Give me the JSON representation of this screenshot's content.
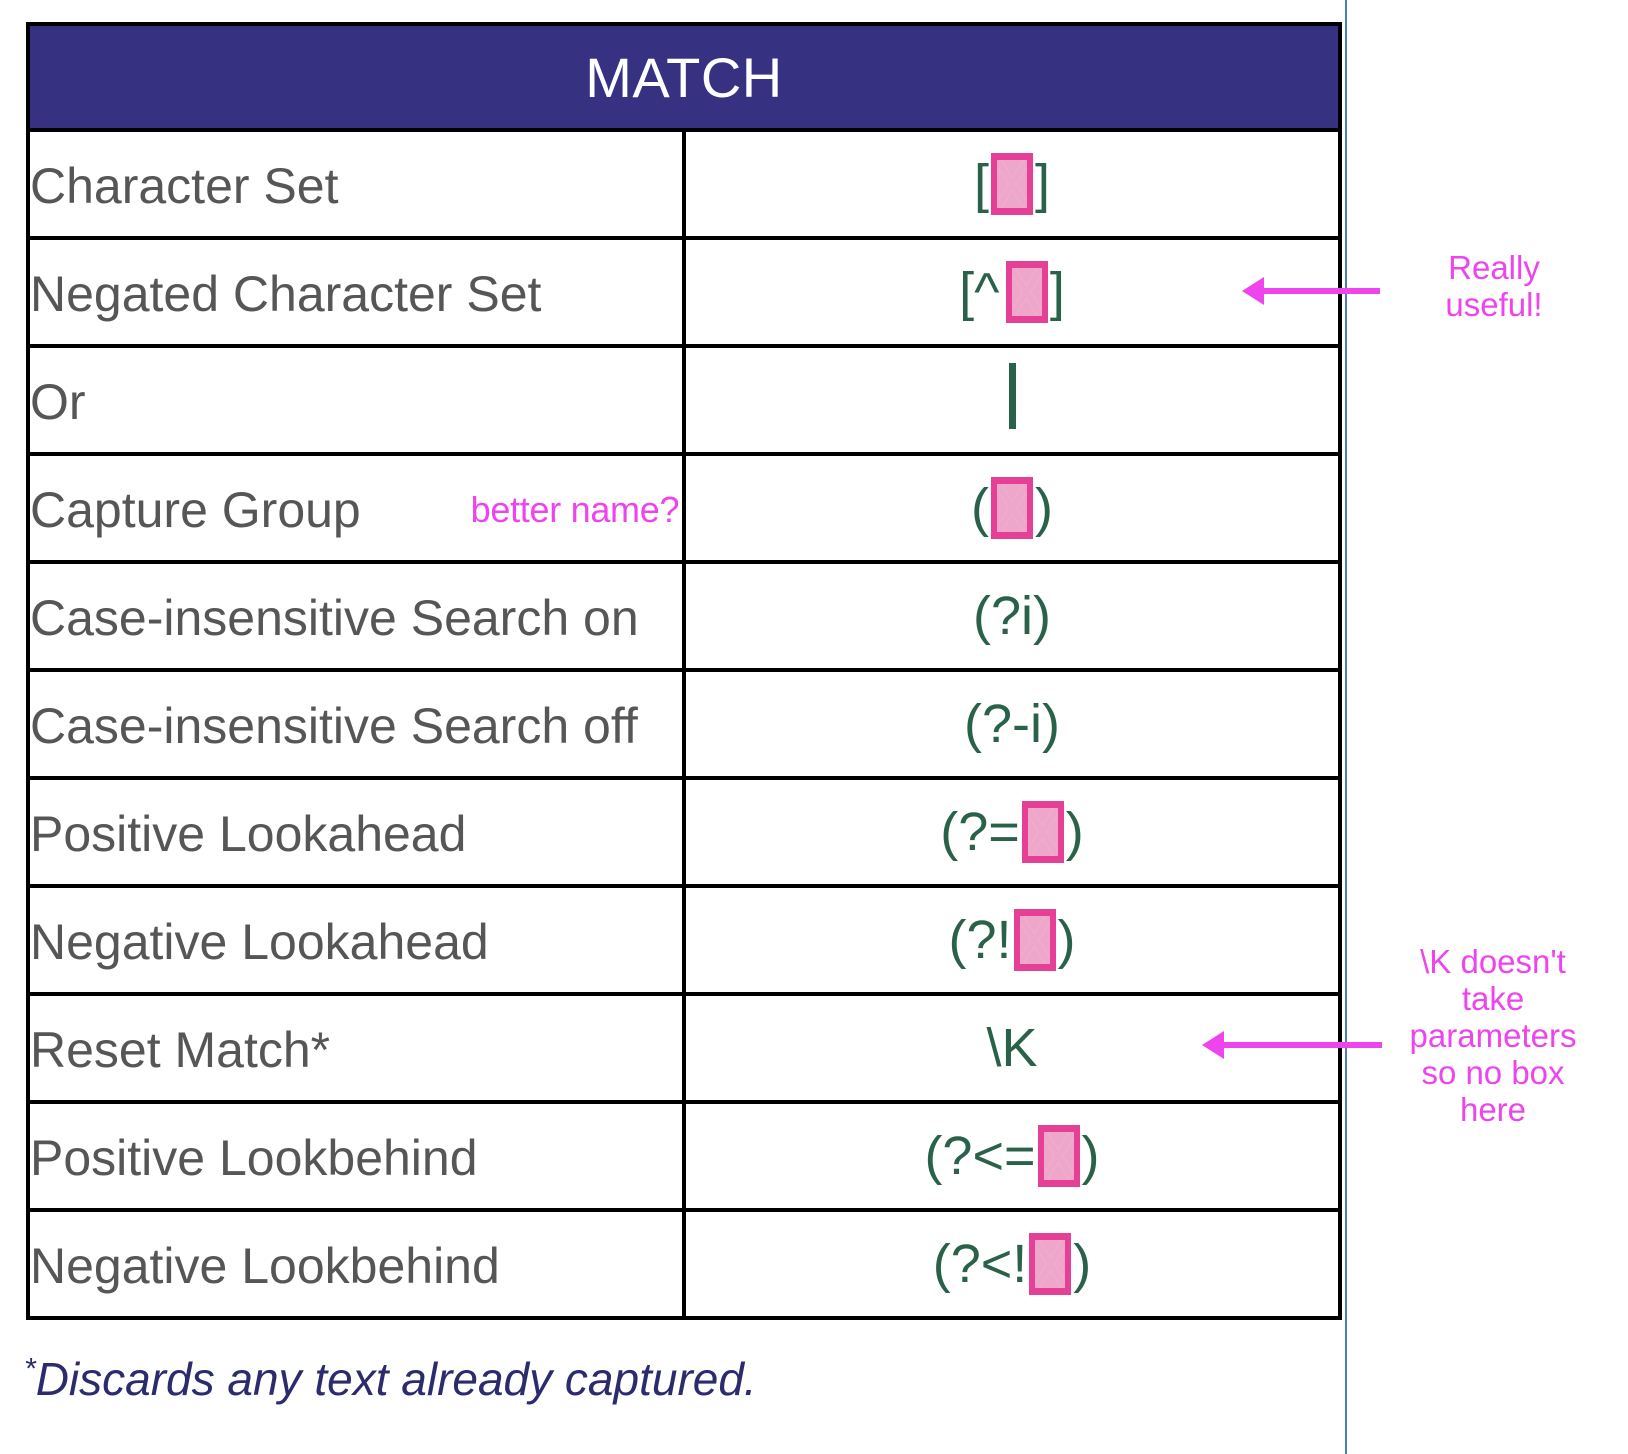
{
  "table": {
    "header": "MATCH",
    "header_bg": "#363180",
    "header_fg": "#ffffff",
    "symbol_color": "#2a6149",
    "box_color": "#e63f96",
    "box_inner_color": "#efa6cb",
    "label_color": "#565656",
    "border_color": "#000000",
    "rows": [
      {
        "label": "Character Set",
        "symbol": "[ ☒ ]",
        "parts": [
          "[",
          "BOX",
          "]"
        ]
      },
      {
        "label": "Negated Character Set",
        "symbol": "[^ ☒ ]",
        "parts": [
          "[^",
          "BOX",
          "]"
        ]
      },
      {
        "label": "Or",
        "symbol": "|",
        "parts": [
          "PIPE"
        ]
      },
      {
        "label": "Capture Group",
        "symbol": "( ☒ )",
        "parts": [
          "(",
          "BOX",
          ")"
        ],
        "note": "better name?"
      },
      {
        "label": "Case-insensitive Search on",
        "symbol": "(?i)",
        "parts": [
          "(?i)"
        ]
      },
      {
        "label": "Case-insensitive Search off",
        "symbol": "(?-i)",
        "parts": [
          "(?-i)"
        ]
      },
      {
        "label": "Positive Lookahead",
        "symbol": "(?= ☒ )",
        "parts": [
          "(?=",
          "BOX",
          ")"
        ]
      },
      {
        "label": "Negative Lookahead",
        "symbol": "(?! ☒ )",
        "parts": [
          "(?!",
          "BOX",
          ")"
        ]
      },
      {
        "label": "Reset Match*",
        "symbol": "\\K",
        "parts": [
          "\\K"
        ]
      },
      {
        "label": "Positive Lookbehind",
        "symbol": "(?<= ☒ )",
        "parts": [
          "(?<=",
          "BOX",
          ")"
        ]
      },
      {
        "label": "Negative Lookbehind",
        "symbol": "(?<! ☒ )",
        "parts": [
          "(?<!",
          "BOX",
          ")"
        ]
      }
    ]
  },
  "annotations": {
    "color": "#ee44ee",
    "really_useful": "Really\nuseful!",
    "really_useful_lines": [
      "Really",
      "useful!"
    ],
    "k_note_lines": [
      "\\K doesn't",
      "take",
      "parameters",
      "so no box",
      "here"
    ],
    "inline_capture_group": "better name?"
  },
  "footnote": {
    "marker": "*",
    "text": "Discards any text already captured.",
    "color": "#2b2b6e"
  }
}
